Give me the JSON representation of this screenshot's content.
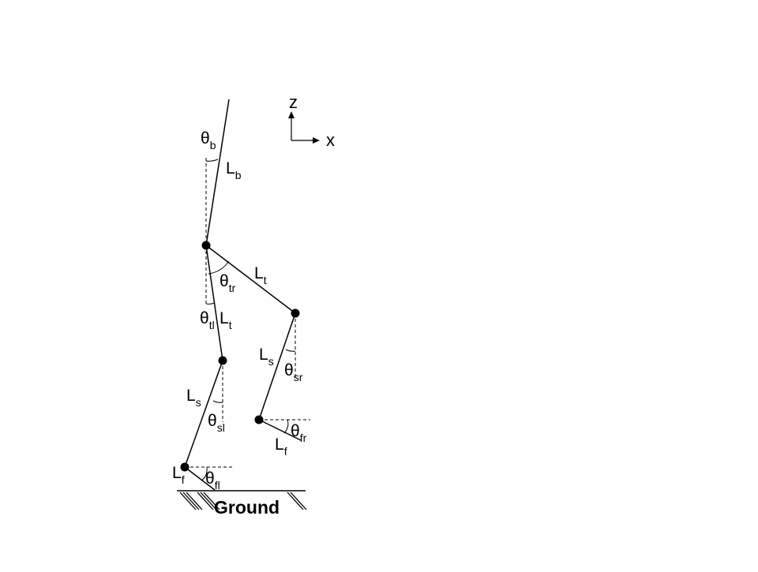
{
  "axes": {
    "z_label": "z",
    "x_label": "x"
  },
  "segments": {
    "body": {
      "letter": "L",
      "sub": "b"
    },
    "thigh_right": {
      "letter": "L",
      "sub": "t"
    },
    "thigh_left": {
      "letter": "L",
      "sub": "t"
    },
    "shank_right": {
      "letter": "L",
      "sub": "s"
    },
    "shank_left": {
      "letter": "L",
      "sub": "s"
    },
    "foot_right": {
      "letter": "L",
      "sub": "f"
    },
    "foot_left": {
      "letter": "L",
      "sub": "f"
    }
  },
  "angles": {
    "body": {
      "symbol": "θ",
      "sub": "b"
    },
    "thigh_right": {
      "symbol": "θ",
      "sub": "tr"
    },
    "thigh_left": {
      "symbol": "θ",
      "sub": "tl"
    },
    "shank_right": {
      "symbol": "θ",
      "sub": "sr"
    },
    "shank_left": {
      "symbol": "θ",
      "sub": "sl"
    },
    "foot_right": {
      "symbol": "θ",
      "sub": "fr"
    },
    "foot_left": {
      "symbol": "θ",
      "sub": "fl"
    }
  },
  "ground_label": "Ground"
}
